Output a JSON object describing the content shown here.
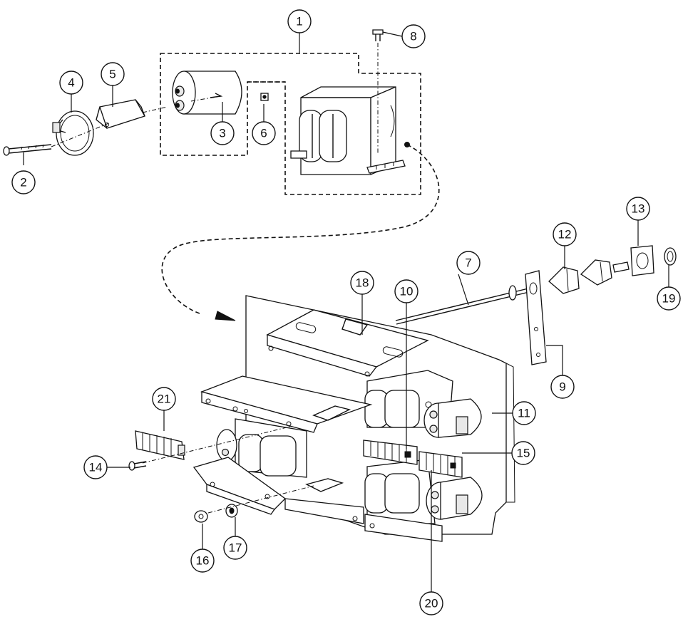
{
  "callouts": [
    "1",
    "2",
    "3",
    "4",
    "5",
    "6",
    "7",
    "8",
    "9",
    "10",
    "11",
    "12",
    "13",
    "14",
    "15",
    "16",
    "17",
    "18",
    "19",
    "20",
    "21"
  ],
  "colors": {
    "line": "#111111",
    "background": "#ffffff",
    "shade": "#e8e8e8"
  }
}
